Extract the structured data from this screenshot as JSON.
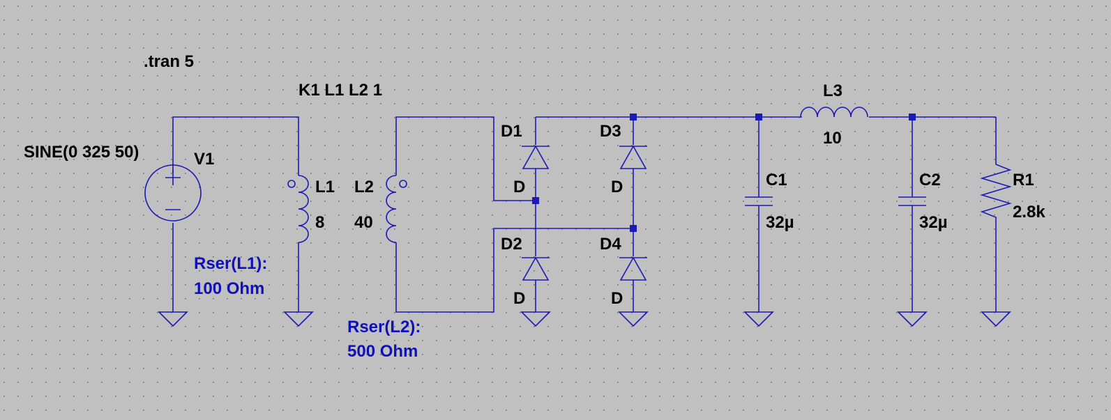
{
  "directives": {
    "tran": ".tran 5",
    "coupling": "K1 L1 L2 1"
  },
  "components": {
    "V1": {
      "name": "V1",
      "value": "SINE(0 325 50)"
    },
    "L1": {
      "name": "L1",
      "value": "8",
      "param_line1": "Rser(L1):",
      "param_line2": "100 Ohm"
    },
    "L2": {
      "name": "L2",
      "value": "40",
      "param_line1": "Rser(L2):",
      "param_line2": "500 Ohm"
    },
    "D1": {
      "name": "D1",
      "model": "D"
    },
    "D2": {
      "name": "D2",
      "model": "D"
    },
    "D3": {
      "name": "D3",
      "model": "D"
    },
    "D4": {
      "name": "D4",
      "model": "D"
    },
    "C1": {
      "name": "C1",
      "value": "32µ"
    },
    "C2": {
      "name": "C2",
      "value": "32µ"
    },
    "L3": {
      "name": "L3",
      "value": "10"
    },
    "R1": {
      "name": "R1",
      "value": "2.8k"
    }
  },
  "colors": {
    "background": "#c0c0c0",
    "wire": "#1a1ab4",
    "grid_dot": "#6a6a6a",
    "label": "#000000",
    "param": "#1010b8"
  }
}
